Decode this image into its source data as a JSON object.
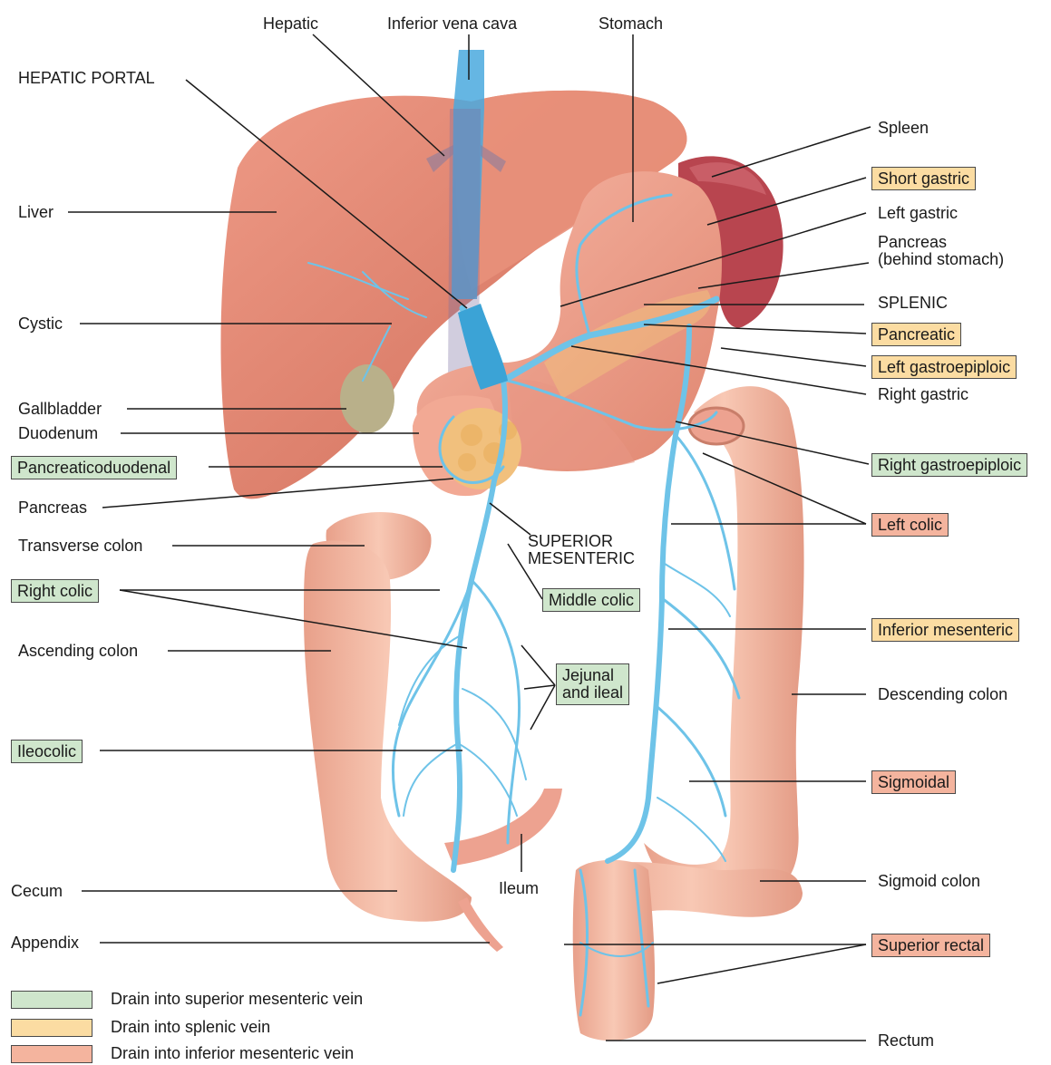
{
  "colors": {
    "liver": "#e0826e",
    "stomach": "#f0a08c",
    "spleen": "#b8454f",
    "colon": "#f3b5a0",
    "vein": "#6ec3e8",
    "vein_dark": "#3ba3d6",
    "pancreas": "#f1c07d",
    "gallbladder": "#b9b08a",
    "green_box": "#cfe6cc",
    "orange_box": "#fbdca2",
    "salmon_box": "#f4b49e"
  },
  "labels": {
    "hepatic": "Hepatic",
    "inferior_vena_cava": "Inferior vena cava",
    "stomach": "Stomach",
    "hepatic_portal": "HEPATIC PORTAL",
    "spleen": "Spleen",
    "short_gastric": "Short gastric",
    "liver": "Liver",
    "left_gastric": "Left gastric",
    "pancreas_behind_1": "Pancreas",
    "pancreas_behind_2": "(behind stomach)",
    "splenic": "SPLENIC",
    "cystic": "Cystic",
    "pancreatic": "Pancreatic",
    "left_gastroepiploic": "Left gastroepiploic",
    "right_gastric": "Right gastric",
    "gallbladder": "Gallbladder",
    "duodenum": "Duodenum",
    "pancreaticoduodenal": "Pancreaticoduodenal",
    "right_gastroepiploic": "Right gastroepiploic",
    "pancreas": "Pancreas",
    "left_colic": "Left colic",
    "transverse_colon": "Transverse colon",
    "superior_mesenteric_1": "SUPERIOR",
    "superior_mesenteric_2": "MESENTERIC",
    "right_colic": "Right colic",
    "middle_colic": "Middle colic",
    "inferior_mesenteric": "Inferior mesenteric",
    "ascending_colon": "Ascending colon",
    "jejunal_1": "Jejunal",
    "jejunal_2": "and ileal",
    "descending_colon": "Descending colon",
    "ileocolic": "Ileocolic",
    "sigmoidal": "Sigmoidal",
    "sigmoid_colon": "Sigmoid colon",
    "cecum": "Cecum",
    "ileum": "Ileum",
    "appendix": "Appendix",
    "superior_rectal": "Superior rectal",
    "rectum": "Rectum"
  },
  "legend": [
    {
      "label": "Drain into superior mesenteric vein",
      "color": "#cfe6cc"
    },
    {
      "label": "Drain into splenic vein",
      "color": "#fbdca2"
    },
    {
      "label": "Drain into inferior mesenteric vein",
      "color": "#f4b49e"
    }
  ]
}
